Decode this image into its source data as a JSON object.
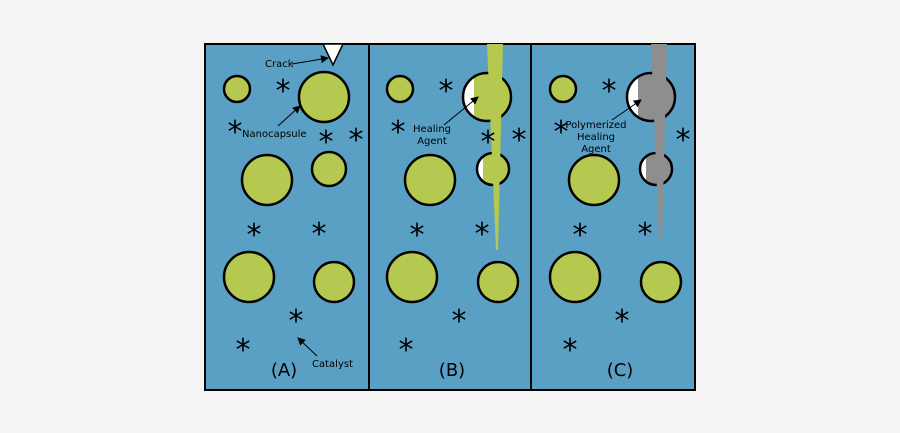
{
  "colors": {
    "background": "#f4f4f4",
    "matrix": "#5aa0c4",
    "capsule": "#b5c850",
    "crack": "#ffffff",
    "polymer": "#8e8e8e",
    "outline": "#000000"
  },
  "panels": [
    {
      "label": "(A)"
    },
    {
      "label": "(B)"
    },
    {
      "label": "(C)"
    }
  ],
  "annotations": {
    "crack": "Crack",
    "nanocapsule": "Nanocapsule",
    "catalyst": "Catalyst",
    "healing_agent": [
      "Healing",
      "Agent"
    ],
    "polymerized_healing_agent": [
      "Polymerized",
      "Healing",
      "Agent"
    ]
  },
  "glyphs": {
    "catalyst": "*"
  }
}
